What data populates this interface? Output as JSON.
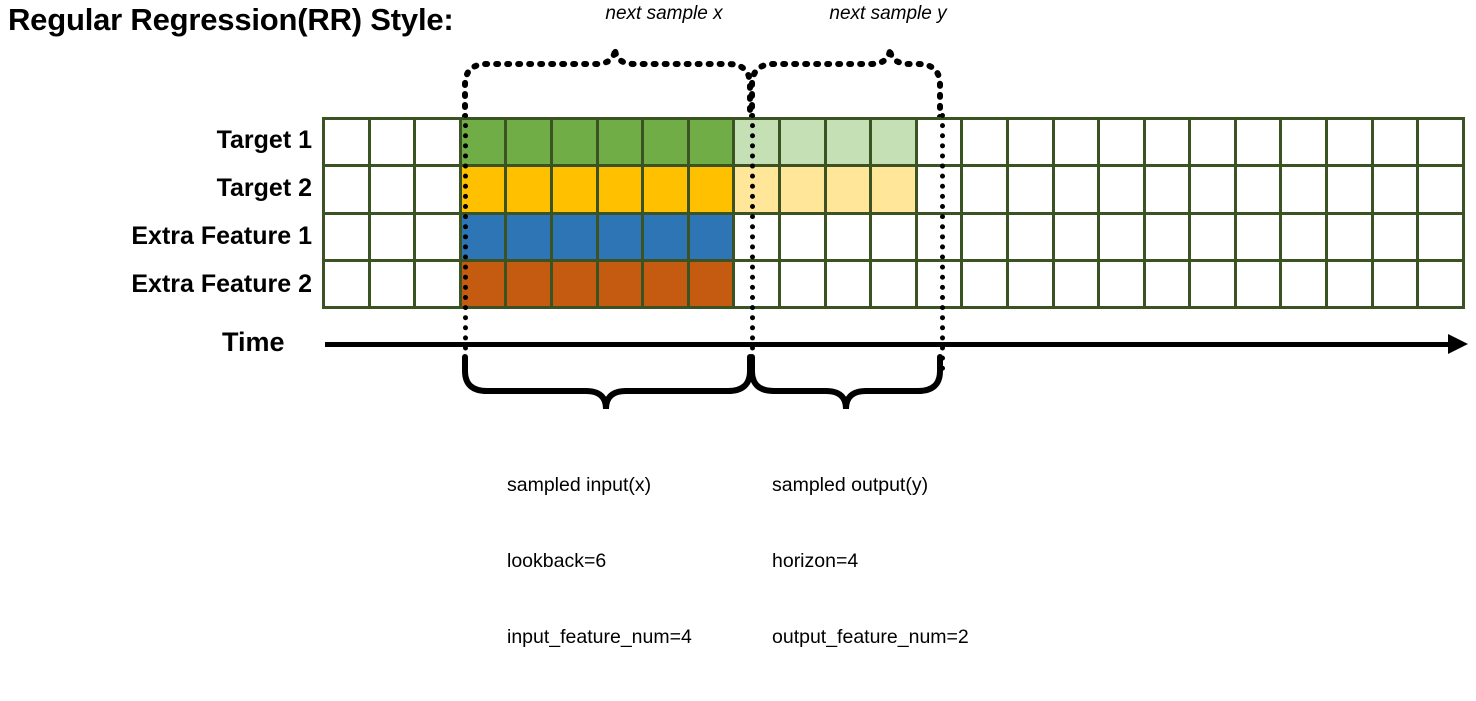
{
  "title": "Regular Regression(RR) Style:",
  "top_annotations": {
    "next_x": "next sample x",
    "next_y": "next sample y"
  },
  "rows": [
    {
      "label": "Target 1",
      "fill_solid": "#70AD47",
      "fill_light": "#C5E0B4",
      "has_output": true
    },
    {
      "label": "Target 2",
      "fill_solid": "#FFC000",
      "fill_light": "#FFE699",
      "has_output": true
    },
    {
      "label": "Extra Feature 1",
      "fill_solid": "#2E75B6",
      "fill_light": "",
      "has_output": false
    },
    {
      "label": "Extra Feature 2",
      "fill_solid": "#C55A11",
      "fill_light": "",
      "has_output": false
    }
  ],
  "grid": {
    "total_columns": 25,
    "lead_blank_columns": 3,
    "input_columns": 6,
    "output_columns": 4,
    "trail_blank_columns": 12,
    "border_color": "#3B5323",
    "blank_color": "#FFFFFF"
  },
  "axis": {
    "label": "Time",
    "direction": "right-arrow"
  },
  "bottom_annotations": {
    "input": {
      "line1": "sampled input(x)",
      "line2": "lookback=6",
      "line3": "input_feature_num=4"
    },
    "output": {
      "line1": "sampled output(y)",
      "line2": "horizon=4",
      "line3": "output_feature_num=2"
    }
  },
  "colors": {
    "green": "#70AD47",
    "green_light": "#C5E0B4",
    "amber": "#FFC000",
    "amber_light": "#FFE699",
    "blue": "#2E75B6",
    "rust": "#C55A11",
    "grid_border": "#3B5323",
    "ink": "#000000"
  }
}
